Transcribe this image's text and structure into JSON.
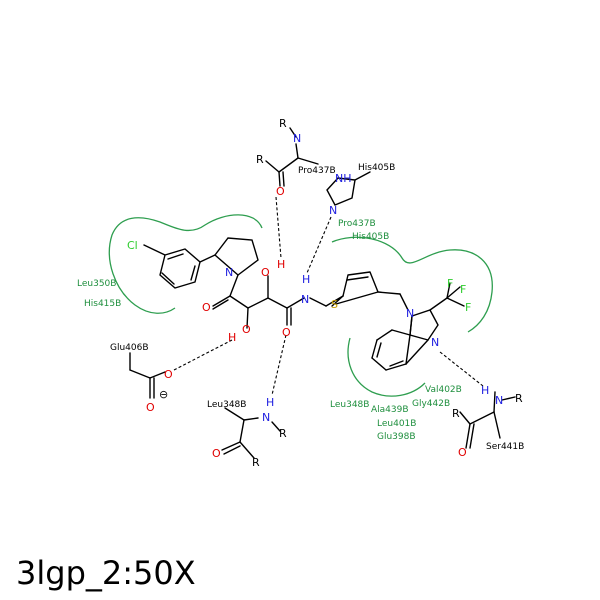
{
  "title": "3lgp_2:50X",
  "colors": {
    "bond": "#000000",
    "oxygen": "#e00000",
    "nitrogen": "#2020e0",
    "chlorine": "#2ecc2e",
    "sulfur": "#c8a000",
    "fluorine": "#2ecc2e",
    "residue_interacting": "#000000",
    "residue_pocket": "#1f8f3e"
  },
  "atoms": {
    "cl": "Cl",
    "n_pyrrolidine": "N",
    "o_carbonyl_left": "O",
    "o_hydroxyl_top": "O",
    "h_hydroxyl_top": "H",
    "o_hydroxyl_bottom": "O",
    "h_hydroxyl_bottom": "H",
    "o_carbonyl_right": "O",
    "n_amide": "N",
    "h_amide": "H",
    "s_thiophene": "S",
    "n_benz1": "N",
    "n_benz2": "N",
    "f1": "F",
    "f2": "F",
    "f3": "F",
    "pro_n": "N",
    "pro_r1": "R",
    "pro_r2": "R",
    "pro_o": "O",
    "his_nh": "NH",
    "his_n": "N",
    "glu_o1": "O",
    "glu_o2": "O",
    "glu_charge": "⊖",
    "leu_n": "N",
    "leu_h": "H",
    "leu_r1": "R",
    "leu_r2": "R",
    "leu_o": "O",
    "ser_n": "N",
    "ser_h": "H",
    "ser_r1": "R",
    "ser_r2": "R",
    "ser_o": "O"
  },
  "residues": {
    "pro437_black": "Pro437B",
    "his405_black": "His405B",
    "pro437_green": "Pro437B",
    "his405_green": "His405B",
    "leu350": "Leu350B",
    "his415": "His415B",
    "glu406": "Glu406B",
    "leu348_black": "Leu348B",
    "leu348_green": "Leu348B",
    "ala439": "Ala439B",
    "gly442": "Gly442B",
    "val402": "Val402B",
    "leu401": "Leu401B",
    "glu398": "Glu398B",
    "ser441": "Ser441B"
  }
}
